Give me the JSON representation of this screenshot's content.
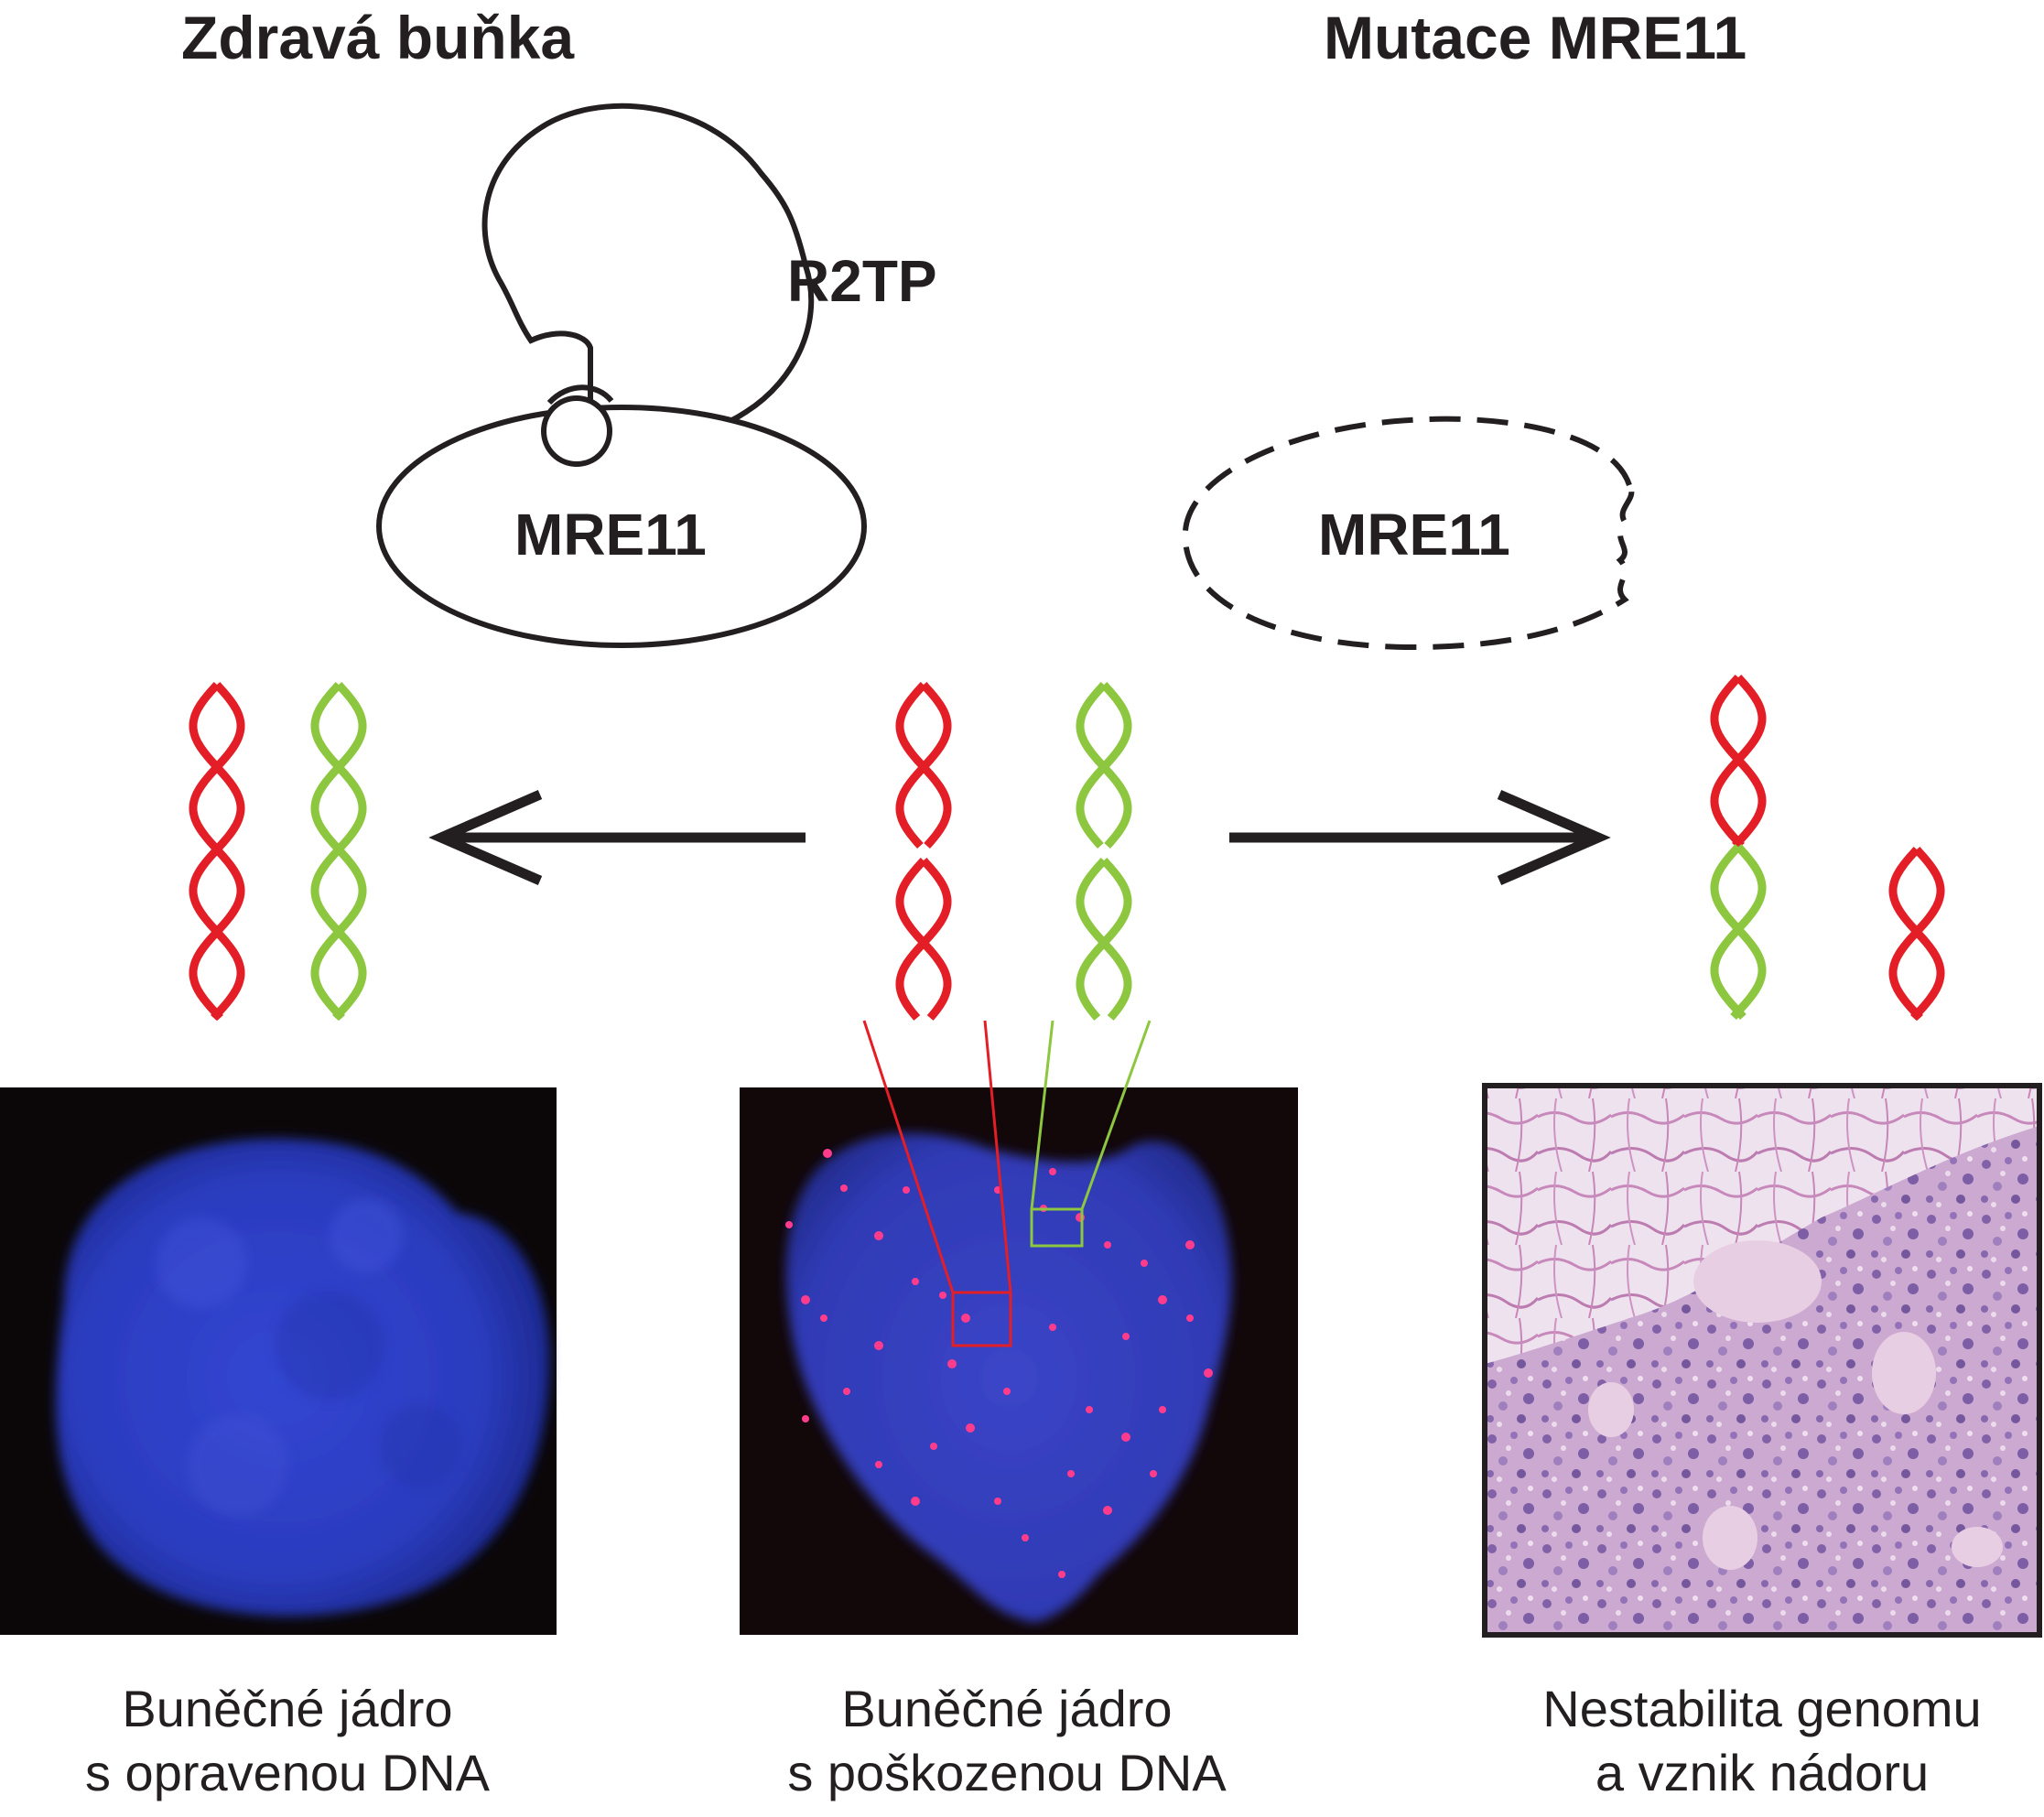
{
  "headers": {
    "healthy": "Zdravá buňka",
    "mutation": "Mutace MRE11"
  },
  "proteins": {
    "r2tp": "R2TP",
    "mre11": "MRE11",
    "mre11_mutant": "MRE11"
  },
  "captions": {
    "repaired": [
      "Buněčné jádro",
      "s opravenou DNA"
    ],
    "damaged": [
      "Buněčné jádro",
      "s poškozenou DNA"
    ],
    "tumor": [
      "Nestabilita genomu",
      "a vznik nádoru"
    ]
  },
  "colors": {
    "text": "#231f20",
    "red_strand": "#e31e26",
    "green_strand": "#8dc63f",
    "nucleus_blue": "#2a3cc0",
    "micrograph_dark": "#0d0608",
    "foci": "#ff3c8c",
    "tissue_bg": "#e8d3e6",
    "tissue_purple": "#7a5aa8"
  }
}
